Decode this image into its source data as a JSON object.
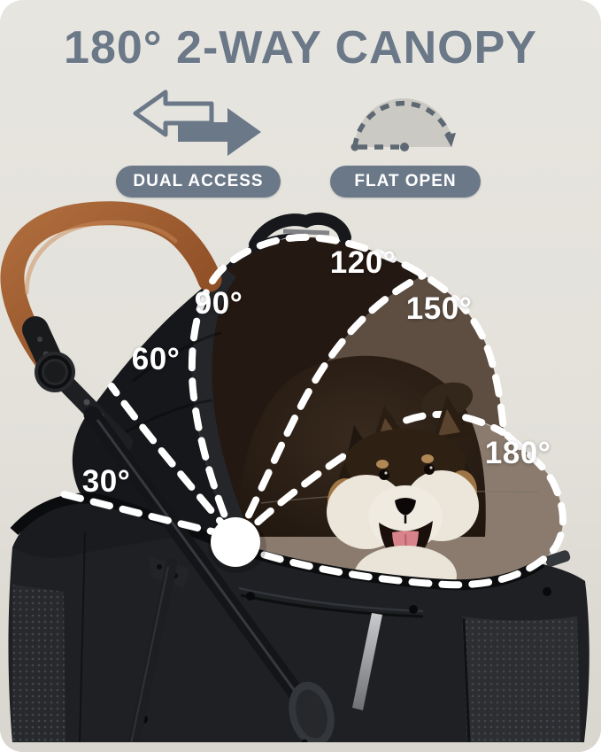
{
  "title": "180° 2-WAY CANOPY",
  "features": {
    "dual_access": {
      "label": "DUAL ACCESS",
      "icon": "left-right-arrows-icon"
    },
    "flat_open": {
      "label": "FLAT OPEN",
      "icon": "half-circle-arc-icon"
    }
  },
  "diagram": {
    "angles": [
      {
        "label": "30°"
      },
      {
        "label": "60°"
      },
      {
        "label": "90°"
      },
      {
        "label": "120°"
      },
      {
        "label": "150°"
      },
      {
        "label": "180°"
      }
    ]
  },
  "colors": {
    "accent": "#6b7888",
    "card_background": "#e5e3dc",
    "dash_white": "#ffffff",
    "handle_brown": "#9a5a31",
    "wedge_120": "#241812",
    "wedge_150": "#5e4e42",
    "wedge_180": "#8a7b6e"
  }
}
